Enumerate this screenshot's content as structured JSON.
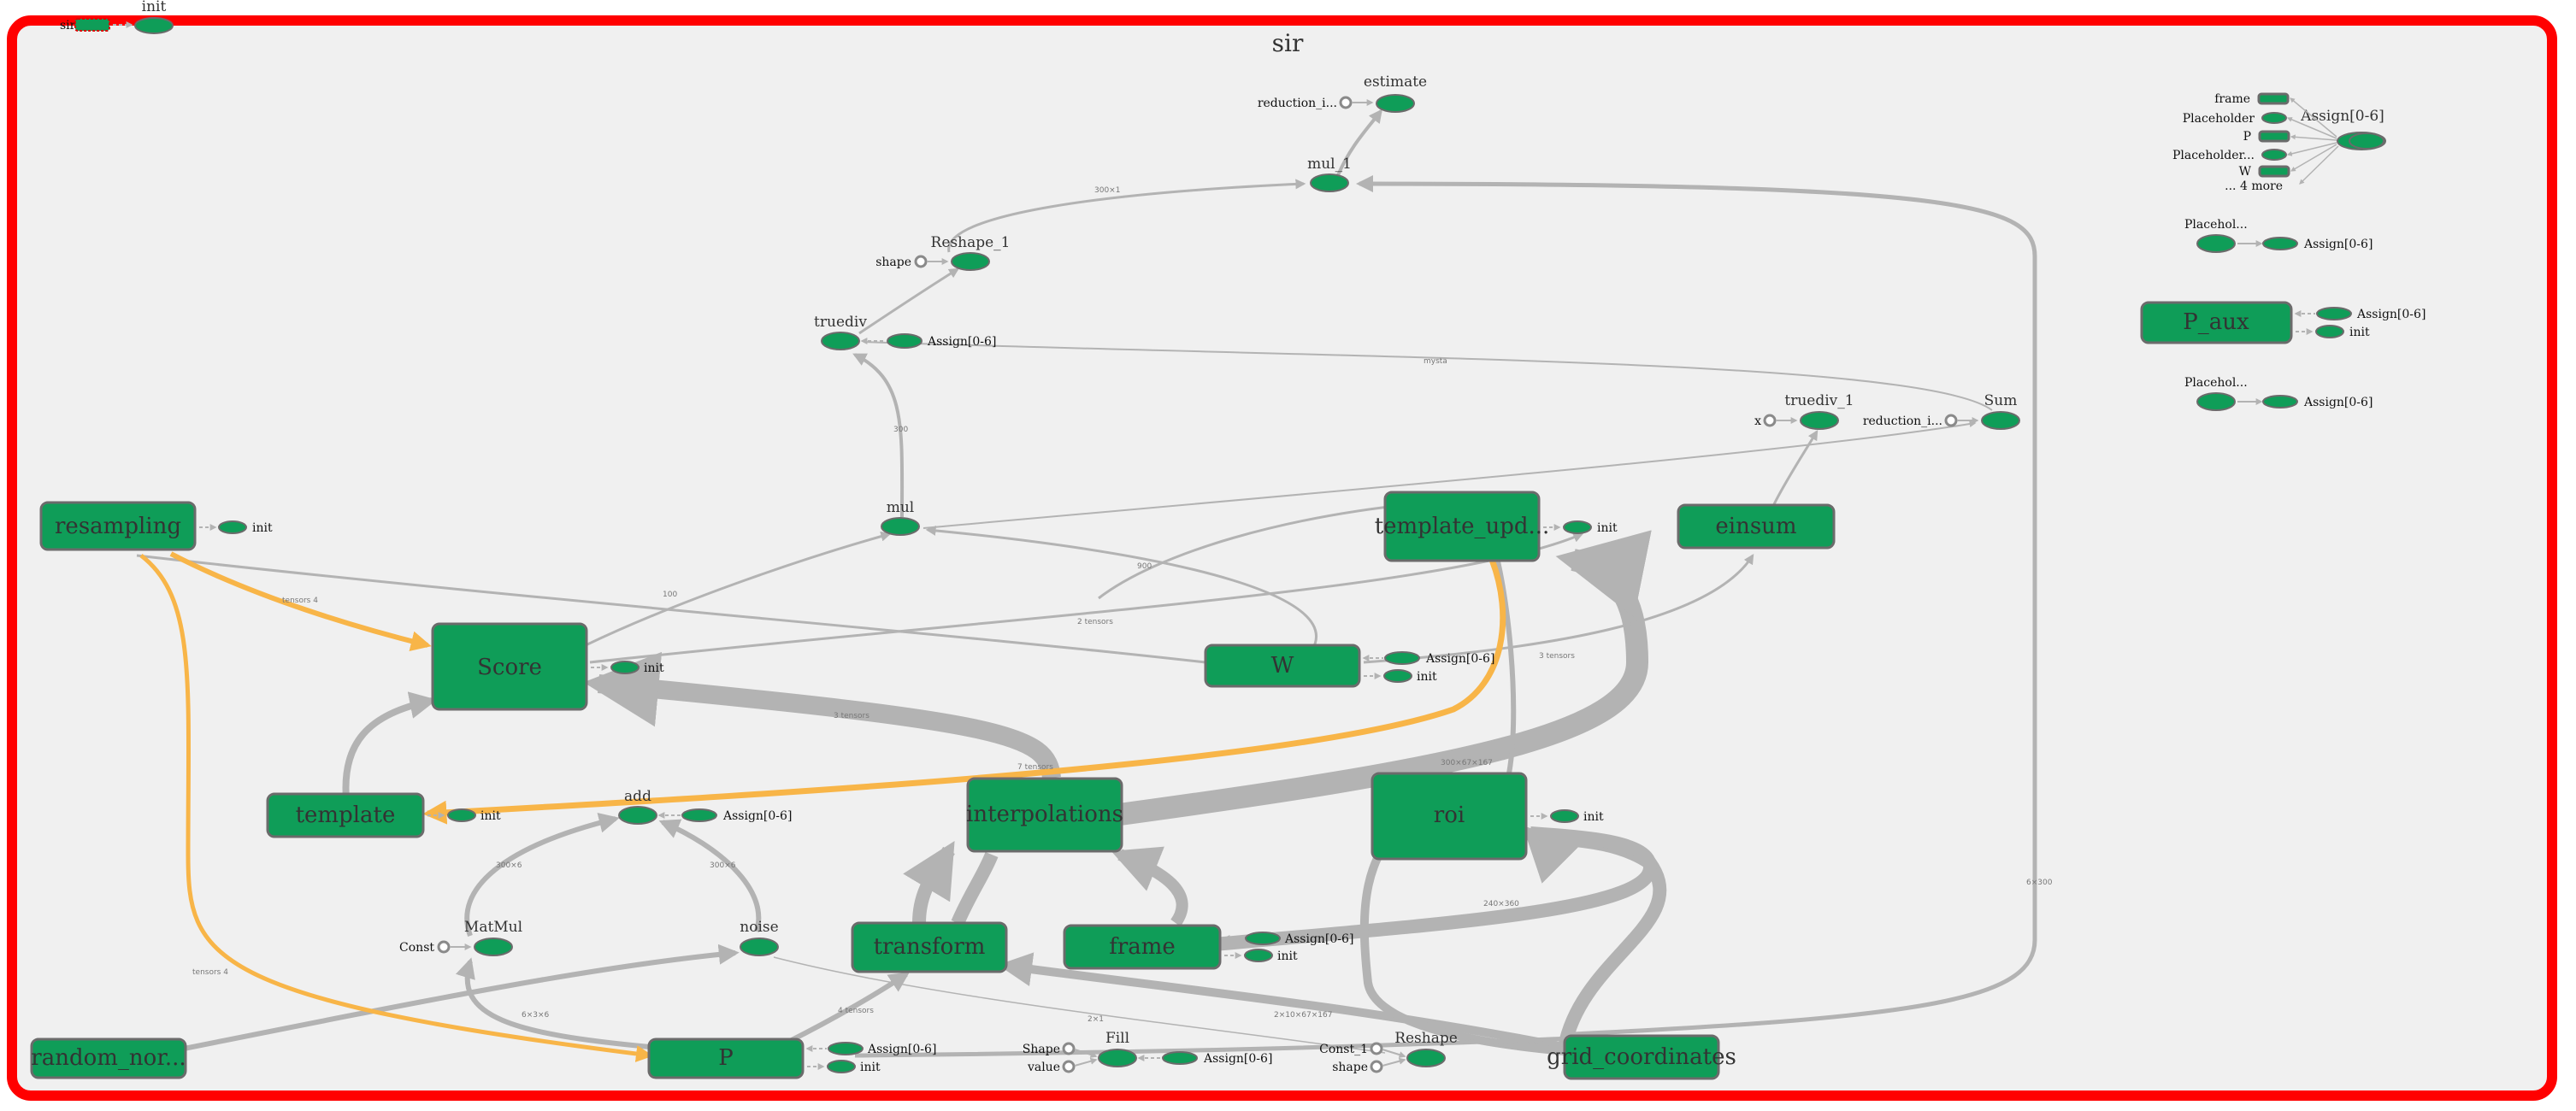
{
  "graph": {
    "title": "sir",
    "top_left": {
      "sir_label": "sir",
      "init_label": "init"
    },
    "ops": {
      "resampling": "resampling",
      "score": "Score",
      "template": "template",
      "interpolations": "interpolations",
      "template_update": "template_upd...",
      "einsum": "einsum",
      "w": "W",
      "roi": "roi",
      "transform": "transform",
      "frame": "frame",
      "random_normal": "random_nor...",
      "p": "P",
      "grid_coordinates": "grid_coordinates",
      "p_aux": "P_aux"
    },
    "small": {
      "estimate": "estimate",
      "reduction_1": "reduction_i...",
      "mul_1": "mul_1",
      "reshape_1": "Reshape_1",
      "shape": "shape",
      "truediv": "truediv",
      "assign": "Assign[0-6]",
      "truediv_1": "truediv_1",
      "x": "x",
      "reduction_2": "reduction_i...",
      "sum": "Sum",
      "mul": "mul",
      "init": "init",
      "add": "add",
      "matmul": "MatMul",
      "const": "Const",
      "noise": "noise",
      "shape_cap": "Shape",
      "value": "value",
      "fill": "Fill",
      "const_1": "Const_1",
      "shape_2": "shape",
      "reshape": "Reshape"
    },
    "right_panel": {
      "assign_big": "Assign[0-6]",
      "inputs": [
        "frame",
        "Placeholder",
        "P",
        "Placeholder...",
        "W",
        "... 4 more"
      ],
      "placeholder_1": "Placehol...",
      "placeholder_2": "Placehol...",
      "assign_1": "Assign[0-6]",
      "assign_2": "Assign[0-6]",
      "assign_paux": "Assign[0-6]",
      "init_paux": "init"
    },
    "colors": {
      "frame_border": "#ff0000",
      "node_fill": "#0f9d58",
      "edge": "#b3b3b3",
      "ref_edge": "#f8b548",
      "background": "#f0f0f0"
    }
  }
}
